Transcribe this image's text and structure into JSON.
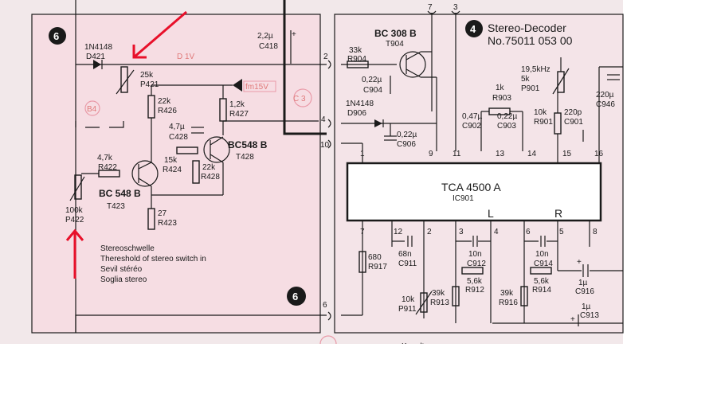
{
  "panel_left_badge": "6",
  "panel_right_badge": "4",
  "lower_badge": "6",
  "decoder_title": "Stereo-Decoder",
  "decoder_number": "No.75011 053 00",
  "ic": {
    "name": "TCA 4500 A",
    "ref": "IC901",
    "left_label": "L",
    "right_label": "R"
  },
  "components": {
    "d421": [
      "1N4148",
      "D421"
    ],
    "p421": [
      "25k",
      "P421"
    ],
    "r426": [
      "22k",
      "R426"
    ],
    "r427": [
      "1,2k",
      "R427"
    ],
    "c428": [
      "4,7µ",
      "C428"
    ],
    "t428": [
      "BC548 B",
      "T428"
    ],
    "r424": [
      "15k",
      "R424"
    ],
    "r428": [
      "22k",
      "R428"
    ],
    "r422": [
      "4,7k",
      "R422"
    ],
    "t423": [
      "BC 548 B",
      "T423"
    ],
    "r423": [
      "27",
      "R423"
    ],
    "p422": [
      "100k",
      "P422"
    ],
    "c418": [
      "2,2µ",
      "C418"
    ],
    "t904": [
      "BC 308 B",
      "T904"
    ],
    "r904": [
      "33k",
      "R904"
    ],
    "c904": [
      "0,22µ",
      "C904"
    ],
    "d906": [
      "1N4148",
      "D906"
    ],
    "c906": [
      "0,22µ",
      "C906"
    ],
    "r903": [
      "1k",
      "R903"
    ],
    "c902": [
      "0,47µ",
      "C902"
    ],
    "c903": [
      "0,22µ",
      "C903"
    ],
    "p901": [
      "19,5kHz",
      "5k",
      "P901"
    ],
    "r901": [
      "10k",
      "R901"
    ],
    "c901": [
      "220p",
      "C901"
    ],
    "c946": [
      "220µ",
      "C946"
    ],
    "r917": [
      "680",
      "R917"
    ],
    "c911": [
      "68n",
      "C911"
    ],
    "c912": [
      "10n",
      "C912"
    ],
    "r912": [
      "5,6k",
      "R912"
    ],
    "c914": [
      "10n",
      "C914"
    ],
    "r914": [
      "5,6k",
      "R914"
    ],
    "p911": [
      "10k",
      "P911"
    ],
    "r913": [
      "39k",
      "R913"
    ],
    "r916": [
      "39k",
      "R916"
    ],
    "c916": [
      "1µ",
      "C916"
    ],
    "c913": [
      "1µ",
      "C913"
    ]
  },
  "markers": {
    "b4": "B4",
    "c3": "C 3",
    "d1v": "D  1V",
    "fm15v": "fm15V"
  },
  "connectors": {
    "top_7": "7",
    "top_3": "3",
    "c2": "2",
    "c4": "4",
    "c10": "10",
    "c6": "6"
  },
  "ic_pins_top": [
    "1",
    "9",
    "11",
    "13",
    "14",
    "15",
    "16"
  ],
  "ic_pins_bottom": [
    "7",
    "12",
    "2",
    "3",
    "4",
    "6",
    "5",
    "8"
  ],
  "threshold_text": [
    "Stereoschwelle",
    "Thereshold of stereo switch in",
    "Sevil stéréo",
    "Soglia stereo"
  ],
  "cut_text": "Kanaltrennung",
  "colors": {
    "panel_pink": "#f6dde3",
    "annotation_red": "#e8102a",
    "marker_pink": "#e99aa8"
  }
}
